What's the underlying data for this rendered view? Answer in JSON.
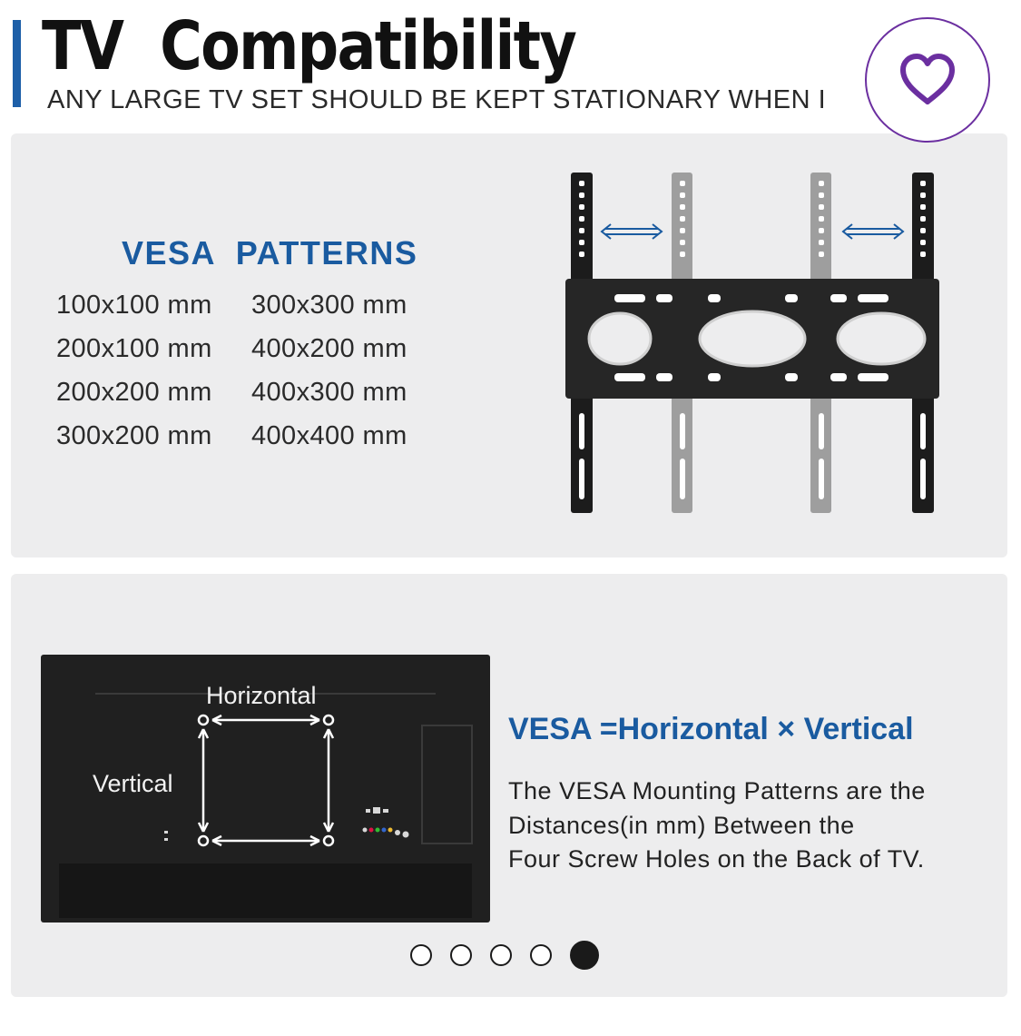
{
  "header": {
    "title": "TV  Compatibility",
    "subtitle": "ANY LARGE TV SET SHOULD BE KEPT STATIONARY WHEN I"
  },
  "favorite": {
    "icon": "heart-icon",
    "color": "#6b2fa0"
  },
  "vesa_panel": {
    "heading": "VESA  PATTERNS",
    "patterns": [
      "100x100 mm",
      "200x100 mm",
      "200x200 mm",
      "300x200 mm",
      "300x300 mm",
      "400x200 mm",
      "400x300 mm",
      "400x400 mm"
    ],
    "image": "tv-mount-bracket"
  },
  "diagram_panel": {
    "horizontal_label": "Horizontal",
    "vertical_label": "Vertical",
    "equation": "VESA =Horizontal × Vertical",
    "description": [
      "The VESA Mounting Patterns are the",
      "Distances(in mm) Between the",
      "Four Screw Holes on the Back of TV."
    ]
  },
  "carousel": {
    "count": 5,
    "active": 5
  },
  "colors": {
    "accent": "#1a5ba0",
    "title_bar": "#1d5fa8",
    "panel": "#ededee"
  }
}
